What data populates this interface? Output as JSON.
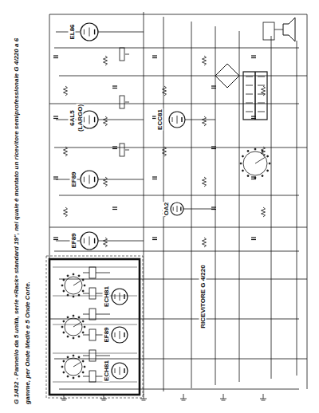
{
  "diagram": {
    "caption": "G 1/432 - Pannello da 5 unità, serie «Rack» standard 19\", nel quale è montato un ricevitore semiprofessionale G 4/220 a 6 gamme, per Onde Medie e 5 Onde Corte.",
    "labels": [
      "EL86",
      "6AL5",
      "(LARGO)",
      "EF89",
      "EF89",
      "ECC81",
      "OA2",
      "RICEVITORE G 4/220",
      "ECH81",
      "EF89",
      "ECH81"
    ]
  }
}
